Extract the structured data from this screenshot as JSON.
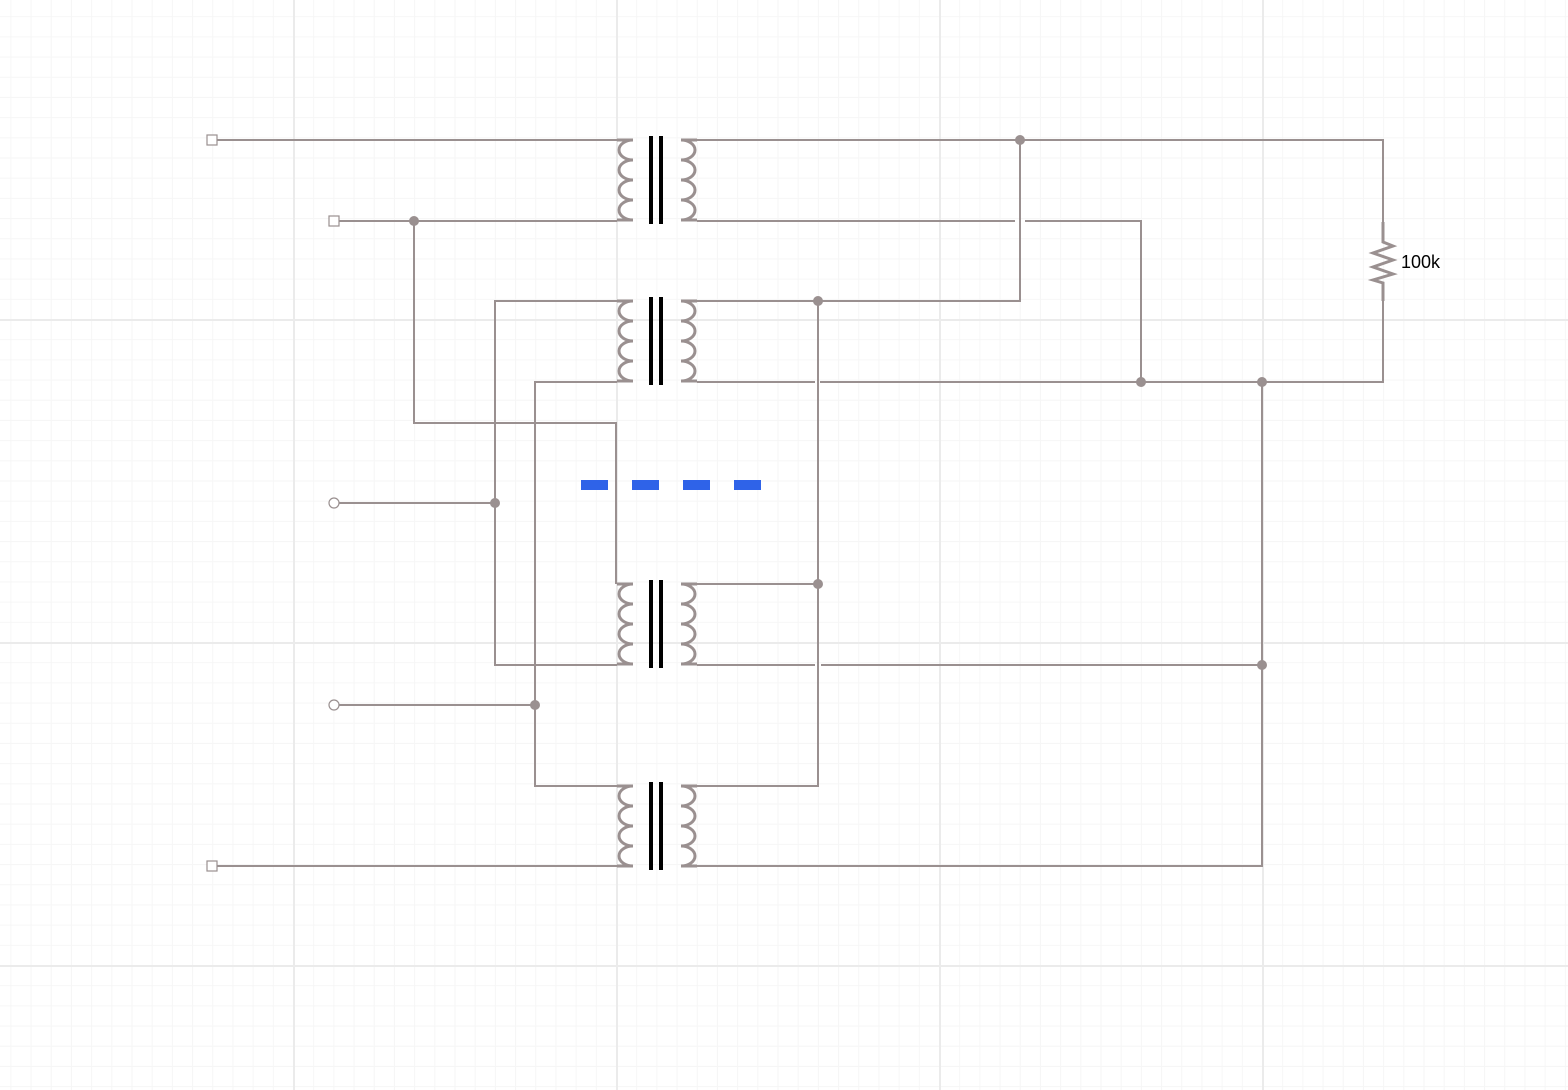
{
  "diagram": {
    "resistor_label": "100k",
    "colors": {
      "wire": "#9a9090",
      "core": "#000000",
      "selection_dash": "#2f63e8",
      "grid_major": "#ebebeb",
      "grid_minor": "#f6f6f6"
    },
    "transformer_count": 4,
    "terminals": [
      "square",
      "square",
      "circle",
      "circle",
      "square"
    ]
  }
}
